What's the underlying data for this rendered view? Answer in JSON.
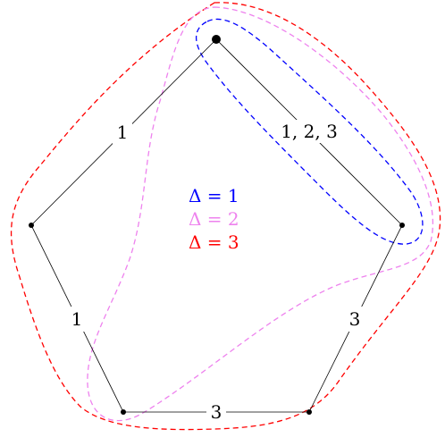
{
  "diagram": {
    "legend": [
      {
        "text": "Δ = 1",
        "color": "#0000ff"
      },
      {
        "text": "Δ = 2",
        "color": "#ee82ee"
      },
      {
        "text": "Δ = 3",
        "color": "#ff0000"
      }
    ],
    "edge_labels": {
      "top_left": "1",
      "top_right": "1, 2, 3",
      "left_bottom": "1",
      "bottom": "3",
      "right_bottom": "3"
    }
  }
}
